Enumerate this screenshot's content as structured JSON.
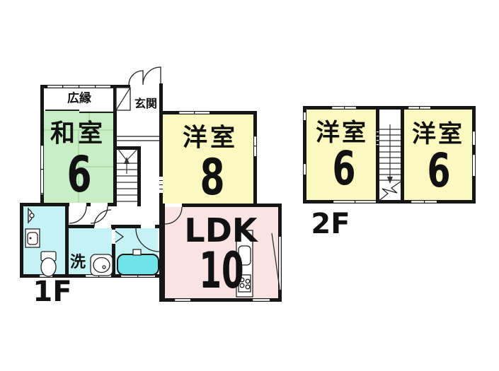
{
  "colors": {
    "wall": "#161616",
    "washitsu_green": "#c7eec4",
    "yoshitsu_yellow": "#fbf8c0",
    "ldk_pink": "#f9e3e3",
    "sanitary_cyan": "#c5f2f4",
    "bathtub_cyan": "#6fe3e8",
    "tatami_line": "#a3d49e"
  },
  "floor_1": {
    "label": "1F",
    "rooms": {
      "hiroen": {
        "name": "広縁"
      },
      "genkan": {
        "name": "玄関"
      },
      "washitsu": {
        "name": "和室",
        "size": "6"
      },
      "yoshitsu": {
        "name": "洋室",
        "size": "8"
      },
      "ldk": {
        "name": "LDK",
        "size": "10"
      },
      "senmenjo": {
        "name": "洗"
      }
    }
  },
  "floor_2": {
    "label": "2F",
    "rooms": {
      "yoshitsu_left": {
        "name": "洋室",
        "size": "6"
      },
      "yoshitsu_right": {
        "name": "洋室",
        "size": "6"
      }
    }
  }
}
